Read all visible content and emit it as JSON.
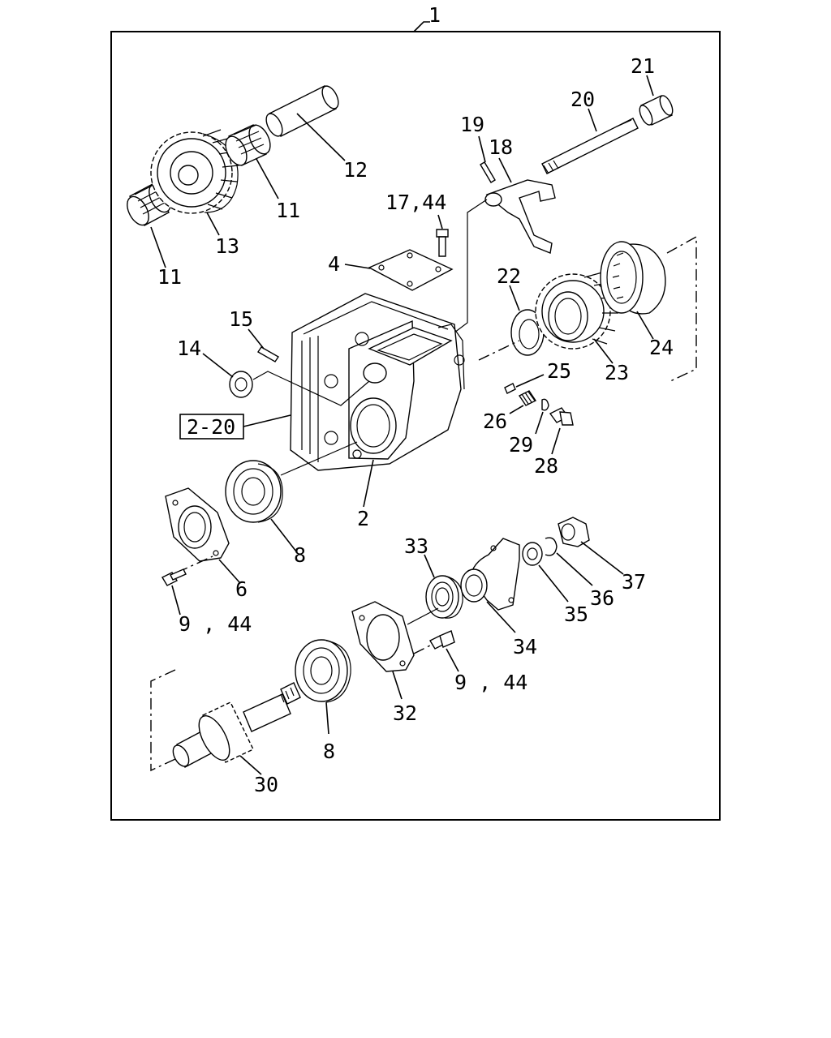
{
  "diagram": {
    "assembly_label": "1",
    "reference_box": "2-20",
    "labels": {
      "p2": "2",
      "p4": "4",
      "p6": "6",
      "p8a": "8",
      "p8b": "8",
      "p9a": "9 , 44",
      "p9b": "9 , 44",
      "p11a": "11",
      "p11b": "11",
      "p12": "12",
      "p13": "13",
      "p14": "14",
      "p15": "15",
      "p17": "17,44",
      "p18": "18",
      "p19": "19",
      "p20": "20",
      "p21": "21",
      "p22": "22",
      "p23": "23",
      "p24": "24",
      "p25": "25",
      "p26": "26",
      "p28": "28",
      "p29": "29",
      "p30": "30",
      "p32": "32",
      "p33": "33",
      "p34": "34",
      "p35": "35",
      "p36": "36",
      "p37": "37"
    }
  }
}
